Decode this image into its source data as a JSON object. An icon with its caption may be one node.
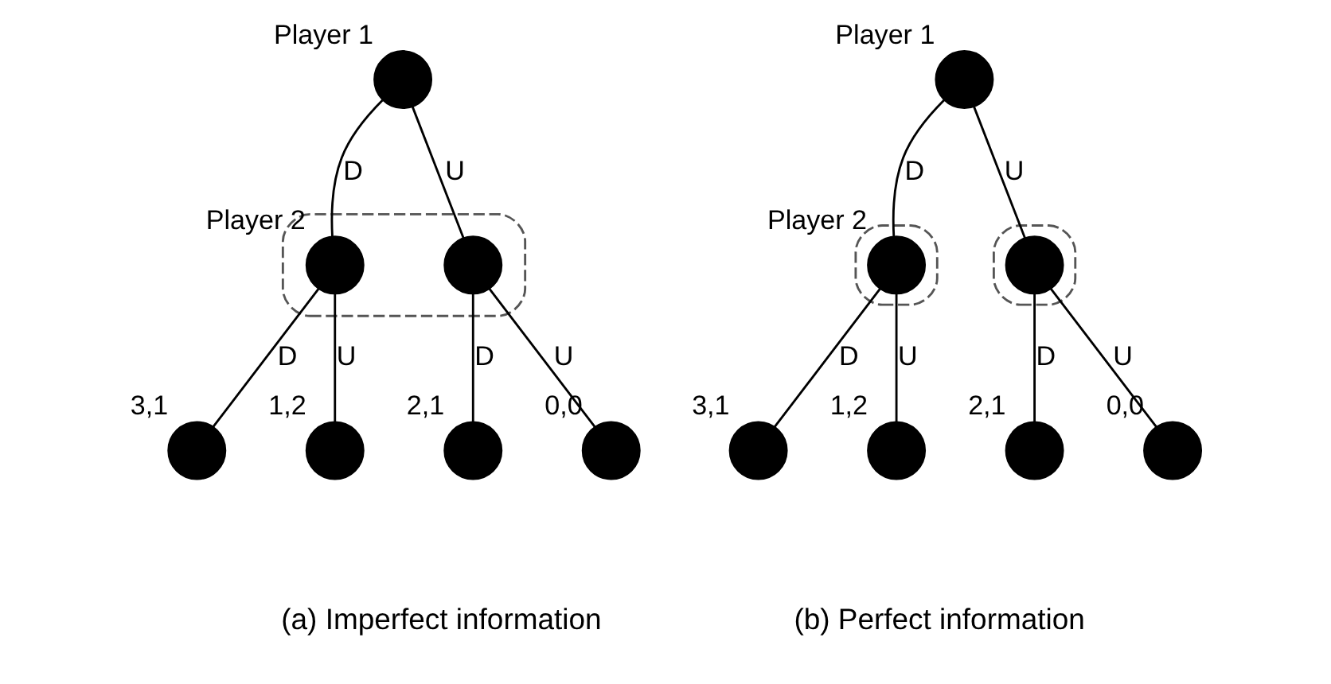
{
  "diagram": {
    "nodes": [
      {
        "text": [],
        "shape": "circle",
        "beside": [
          "Player 1"
        ]
      },
      {
        "text": [],
        "shape": "ellipse"
      },
      {
        "text": [],
        "shape": "circle",
        "in": 1,
        "beside": [
          "Player 2"
        ]
      },
      {
        "text": [],
        "shape": "circle",
        "in": 1
      },
      {
        "text": [],
        "shape": "circle",
        "beside": [
          "3,1"
        ]
      },
      {
        "text": [],
        "shape": "circle",
        "beside": [
          "1,2"
        ]
      },
      {
        "text": [],
        "shape": "circle",
        "beside": [
          "2,1"
        ]
      },
      {
        "text": [],
        "shape": "circle",
        "beside": [
          "0,0"
        ]
      },
      {
        "text": [],
        "shape": "circle",
        "beside": [
          "Player 1"
        ]
      },
      {
        "text": [],
        "shape": "circle"
      },
      {
        "text": [],
        "shape": "circle",
        "in": 9,
        "beside": [
          "Player 2"
        ]
      },
      {
        "text": [],
        "shape": "circle"
      },
      {
        "text": [],
        "shape": "circle",
        "in": 11
      },
      {
        "text": [],
        "shape": "circle",
        "beside": [
          "3,1"
        ]
      },
      {
        "text": [],
        "shape": "circle",
        "beside": [
          "1,2"
        ]
      },
      {
        "text": [],
        "shape": "circle",
        "beside": [
          "2,1"
        ]
      },
      {
        "text": [],
        "shape": "circle",
        "beside": [
          "0,0"
        ]
      }
    ],
    "edges": [
      {
        "from": 0,
        "to": 2,
        "arrow": "none",
        "label": "D"
      },
      {
        "from": 0,
        "to": 3,
        "arrow": "none",
        "label": "U"
      },
      {
        "from": 2,
        "to": 4,
        "arrow": "none",
        "label": "D"
      },
      {
        "from": 2,
        "to": 5,
        "arrow": "none",
        "label": "U"
      },
      {
        "from": 3,
        "to": 6,
        "arrow": "none",
        "label": "D"
      },
      {
        "from": 3,
        "to": 7,
        "arrow": "none",
        "label": "U"
      },
      {
        "from": 8,
        "to": 10,
        "arrow": "none",
        "label": "D"
      },
      {
        "from": 8,
        "to": 12,
        "arrow": "none",
        "label": "U"
      },
      {
        "from": 10,
        "to": 13,
        "arrow": "none",
        "label": "D"
      },
      {
        "from": 10,
        "to": 14,
        "arrow": "none",
        "label": "U"
      },
      {
        "from": 12,
        "to": 15,
        "arrow": "none",
        "label": "D"
      },
      {
        "from": 12,
        "to": 16,
        "arrow": "none",
        "label": "U"
      }
    ],
    "labels": [
      "(a) Imperfect information",
      "(b) Perfect information"
    ]
  }
}
